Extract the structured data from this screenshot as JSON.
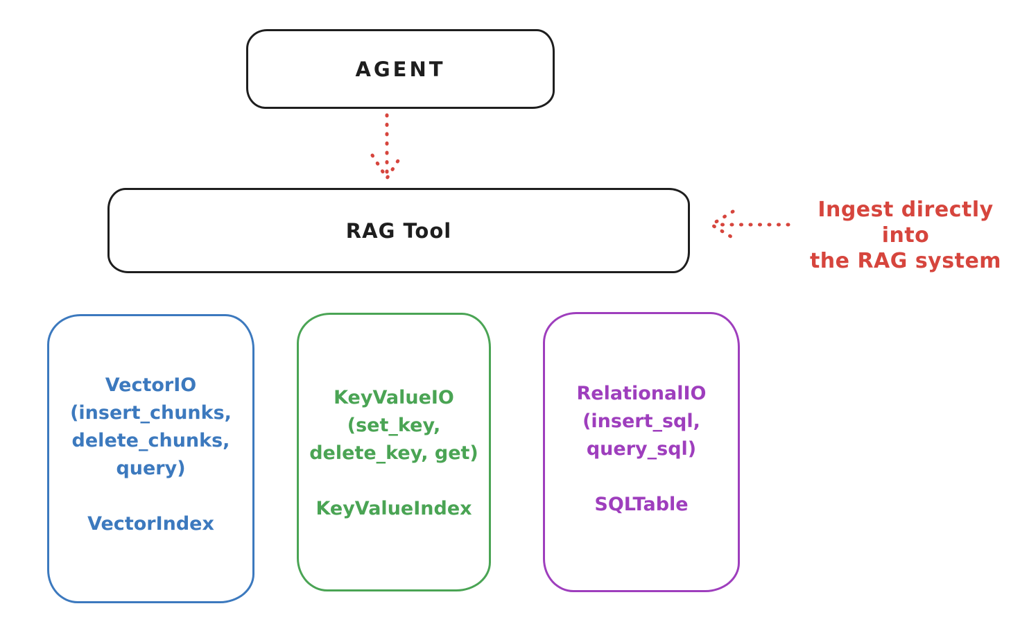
{
  "agent": {
    "label": "AGENT"
  },
  "rag_tool": {
    "label": "RAG Tool"
  },
  "ingest_note": {
    "line1": "Ingest directly into",
    "line2": "the RAG system"
  },
  "storage_boxes": [
    {
      "name": "vector-io",
      "color": "#3c79be",
      "lines": [
        "VectorIO",
        "(insert_chunks,",
        "delete_chunks,",
        "query)"
      ],
      "index_label": "VectorIndex"
    },
    {
      "name": "keyvalue-io",
      "color": "#4aa454",
      "lines": [
        "KeyValueIO",
        "(set_key,",
        "delete_key, get)"
      ],
      "index_label": "KeyValueIndex"
    },
    {
      "name": "relational-io",
      "color": "#9e3ebd",
      "lines": [
        "RelationalIO",
        "(insert_sql,",
        "query_sql)"
      ],
      "index_label": "SQLTable"
    }
  ],
  "colors": {
    "ink": "#1e1e1e",
    "accent_red": "#d6453d",
    "background": "#ffffff"
  }
}
